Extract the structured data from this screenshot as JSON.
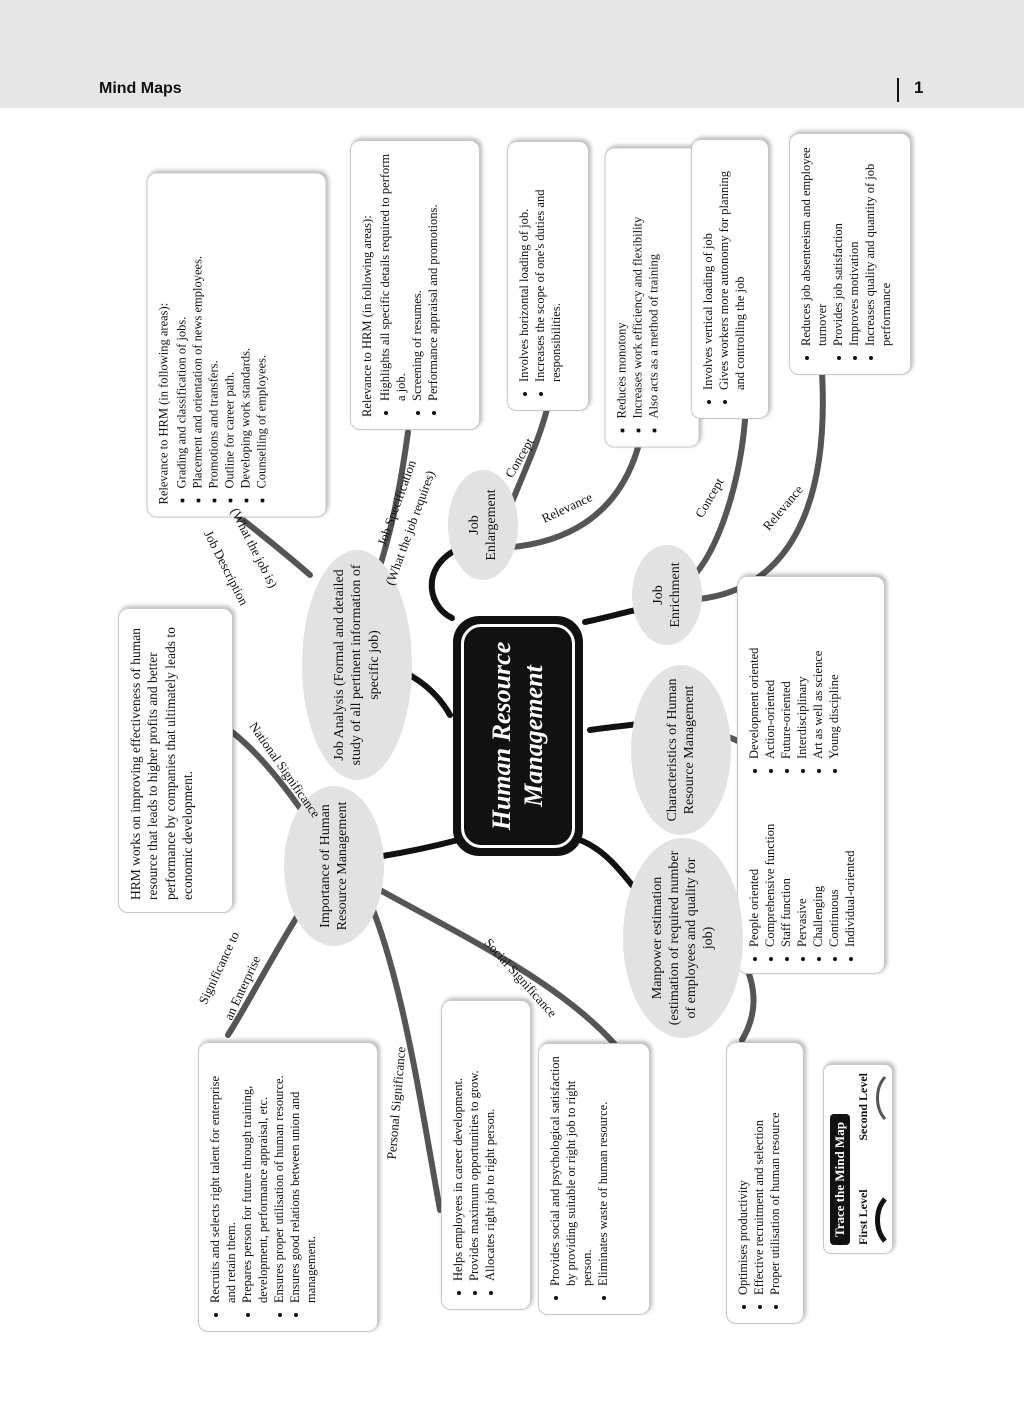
{
  "header": {
    "title": "Mind Maps",
    "page_number": "1"
  },
  "center": {
    "line1": "Human Resource",
    "line2": "Management"
  },
  "job_analysis": {
    "node": "Job Analysis (Formal and detailed study of all pertinent information of specific job)",
    "description_label": "Job Description",
    "description_sub": "(What the job is)",
    "description_box": {
      "lead": "Relevance to HRM (in following areas):",
      "items": [
        "Grading and classification of jobs.",
        "Placement and orientation of news employees.",
        "Promotions and transfers.",
        "Outline for career path.",
        "Developing work standards.",
        "Counselling of employees."
      ]
    },
    "specification_label": "Job Specification",
    "specification_sub": "(What the job requires)",
    "specification_box": {
      "lead": "Relevance to HRM (in following areas):",
      "items": [
        "Highlights all specific details required to perform a job.",
        "Screening of resumes.",
        "Performance appraisal and promotions."
      ]
    }
  },
  "job_enlargement": {
    "node": "Job Enlargement",
    "concept_label": "Concept",
    "concept_box": {
      "items": [
        "Involves horizontal loading of job.",
        "Increases the scope of one's duties and responsibilities."
      ]
    },
    "relevance_label": "Relevance",
    "relevance_box": {
      "items": [
        "Reduces monotony",
        "Increases work efficiency and flexibility",
        "Also acts as a method of training"
      ]
    }
  },
  "job_enrichment": {
    "node": "Job Enrichment",
    "concept_label": "Concept",
    "concept_box": {
      "items": [
        "Involves vertical loading of job",
        "Gives workers more autonomy for planning and controlling the job"
      ]
    },
    "relevance_label": "Relevance",
    "relevance_box": {
      "items": [
        "Reduces job absenteeism and employee turnover",
        "Provides job satisfaction",
        "Improves motivation",
        "Increases quality and quantity of job performance"
      ]
    }
  },
  "characteristics": {
    "node": "Characteristics of Human Resource Management",
    "col1": [
      "People oriented",
      "Comprehensive function",
      "Staff function",
      "Pervasive",
      "Challenging",
      "Continuous",
      "Individual-oriented"
    ],
    "col2": [
      "Development oriented",
      "Action-oriented",
      "Future-oriented",
      "Interdisciplinary",
      "Art as well as science",
      "Young discipline"
    ]
  },
  "manpower": {
    "node": "Manpower estimation (estimation of required number of employees and quality for job)",
    "box": {
      "items": [
        "Optimises productivity",
        "Effective recruitment and selection",
        "Proper utilisation of human resource"
      ]
    }
  },
  "importance": {
    "node": "Importance of Human Resource Management",
    "national_label": "National Significance",
    "national_text": "HRM works on improving effectiveness of human resource that leads to higher profits and better performance by companies that ultimately leads to economic development.",
    "enterprise_label_1": "Significance to",
    "enterprise_label_2": "an Enterprise",
    "enterprise_box": {
      "items": [
        "Recruits and selects right talent for enterprise and retain them.",
        "Prepares person for future through training, development, performance appraisal, etc.",
        "Ensures proper utilisation of human resource.",
        "Ensures good relations between union and management."
      ]
    },
    "personal_label": "Personal Significance",
    "personal_box": {
      "items": [
        "Helps employees in career development.",
        "Provides maximum opportunities to grow.",
        "Allocates right job to right person."
      ]
    },
    "social_label": "Social Significance",
    "social_box": {
      "items": [
        "Provides social and psychological satisfaction by providing suitable or right job to right person.",
        "Eliminates waste of human resource."
      ]
    }
  },
  "legend": {
    "title": "Trace the Mind Map",
    "first": "First Level",
    "second": "Second Level"
  },
  "colors": {
    "first_level_link": "#111111",
    "second_level_link": "#555555",
    "node_fill": "#e2e2e2",
    "header_band": "#e6e6e6"
  }
}
